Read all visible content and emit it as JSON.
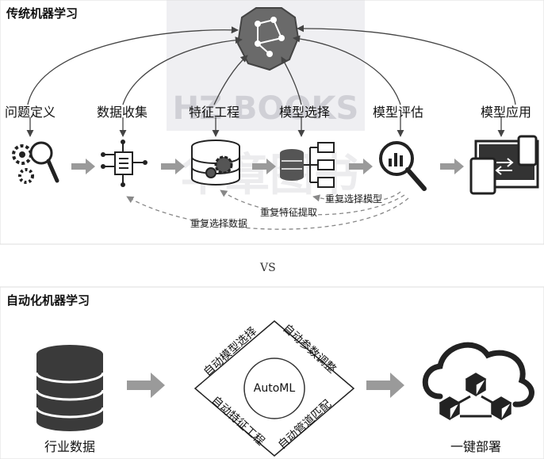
{
  "traditional": {
    "title": "传统机器学习",
    "steps": [
      "问题定义",
      "数据收集",
      "特征工程",
      "模型选择",
      "模型评估",
      "模型应用"
    ],
    "loops": [
      "重复选择模型",
      "重复特征提取",
      "重复选择数据"
    ]
  },
  "vs_label": "VS",
  "automl": {
    "title": "自动化机器学习",
    "input_label": "行业数据",
    "center_label": "AutoML",
    "corner_labels": [
      "自动模型选择",
      "自动参数调整",
      "自动特征工程",
      "自动管道匹配"
    ],
    "output_label": "一键部署"
  }
}
